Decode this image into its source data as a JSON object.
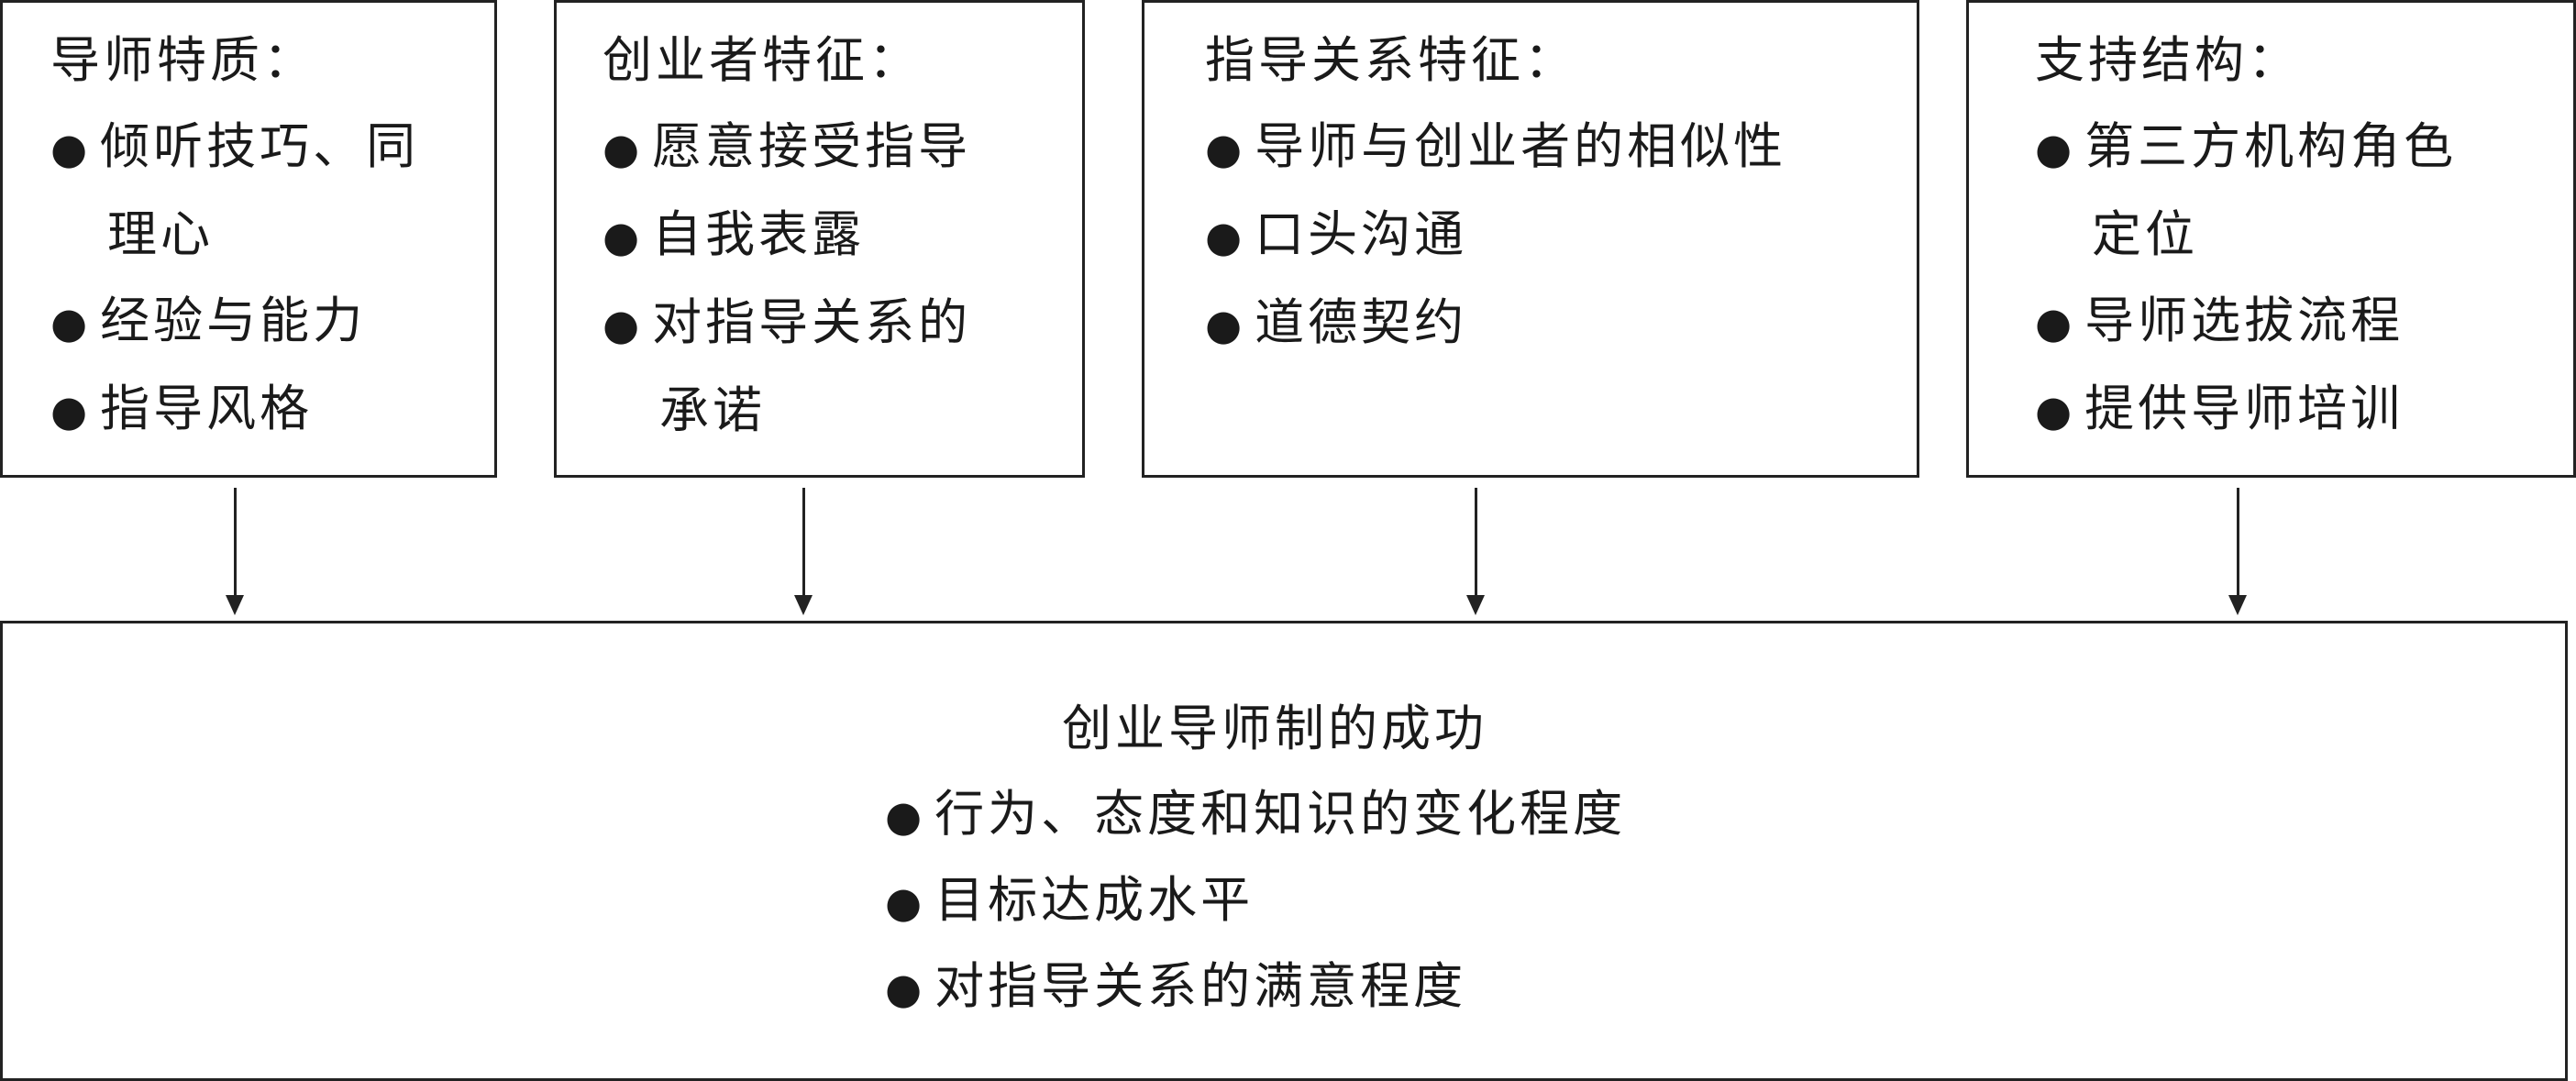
{
  "boxes": [
    {
      "title": "导师特质：",
      "items": [
        "倾听技巧、同",
        "理心",
        "经验与能力",
        "指导风格"
      ]
    },
    {
      "title": "创业者特征：",
      "items": [
        "愿意接受指导",
        "自我表露",
        "对指导关系的",
        "承诺"
      ]
    },
    {
      "title": "指导关系特征：",
      "items": [
        "导师与创业者的相似性",
        "口头沟通",
        "道德契约"
      ]
    },
    {
      "title": "支持结构：",
      "items": [
        "第三方机构角色",
        "定位",
        "导师选拔流程",
        "提供导师培训"
      ]
    }
  ],
  "outcome": {
    "title": "创业导师制的成功",
    "items": [
      "行为、态度和知识的变化程度",
      "目标达成水平",
      "对指导关系的满意程度"
    ]
  },
  "bullet_symbol": "●"
}
